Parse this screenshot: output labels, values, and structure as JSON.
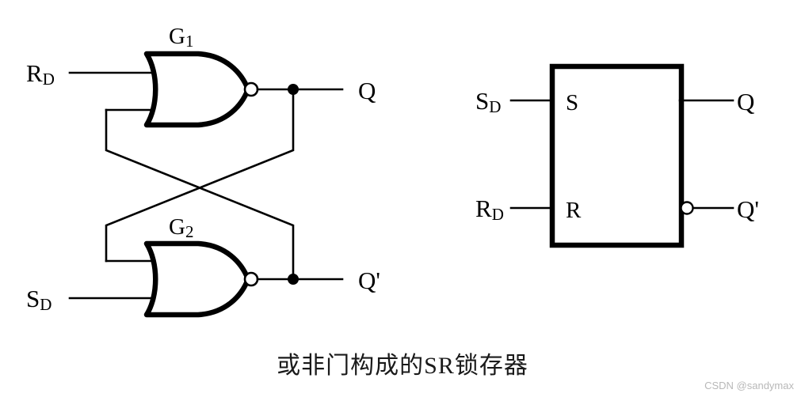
{
  "figure": {
    "caption": "或非门构成的SR锁存器",
    "watermark": "CSDN @sandymax"
  },
  "gate_level": {
    "gates": [
      {
        "id": "G1",
        "label": "G1",
        "label_base": "G",
        "label_sub": "1",
        "type": "NOR"
      },
      {
        "id": "G2",
        "label": "G2",
        "label_base": "G",
        "label_sub": "2",
        "type": "NOR"
      }
    ],
    "inputs": [
      {
        "id": "RD",
        "base": "R",
        "sub": "D",
        "label": "RD",
        "target_gate": "G1"
      },
      {
        "id": "SD",
        "base": "S",
        "sub": "D",
        "label": "SD",
        "target_gate": "G2"
      }
    ],
    "outputs": [
      {
        "id": "Q",
        "label": "Q",
        "from_gate": "G1"
      },
      {
        "id": "Qn",
        "label": "Q'",
        "from_gate": "G2"
      }
    ]
  },
  "block_symbol": {
    "inputs": [
      {
        "id": "SD",
        "base": "S",
        "sub": "D",
        "label": "SD",
        "port": "S"
      },
      {
        "id": "RD",
        "base": "R",
        "sub": "D",
        "label": "RD",
        "port": "R"
      }
    ],
    "port_labels": {
      "top": "S",
      "bottom": "R"
    },
    "outputs": [
      {
        "id": "Q",
        "label": "Q",
        "inverted": false
      },
      {
        "id": "Qn",
        "label": "Q'",
        "inverted": true
      }
    ]
  },
  "colors": {
    "ink": "#000000",
    "paper": "#ffffff",
    "watermark": "#b8b8b8"
  }
}
